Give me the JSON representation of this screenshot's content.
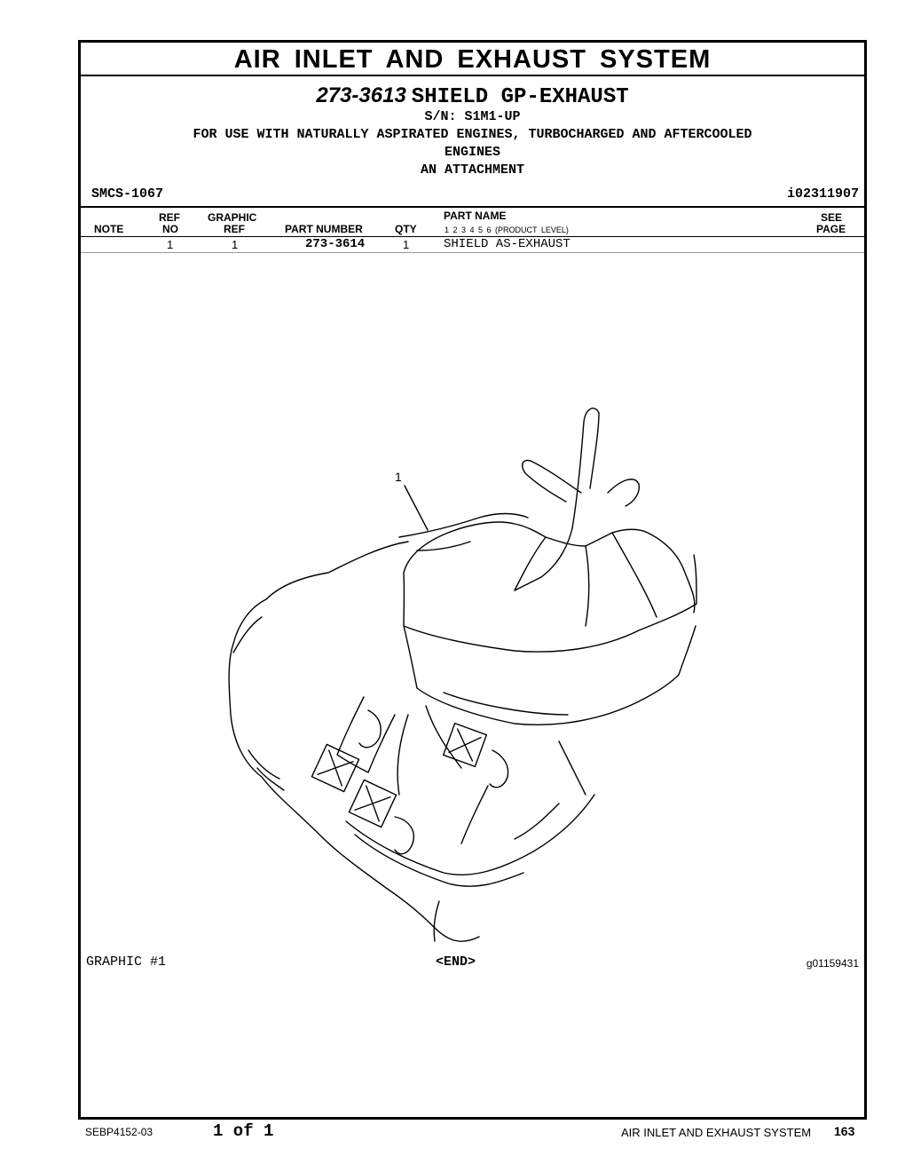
{
  "section_title": "AIR INLET AND EXHAUST SYSTEM",
  "group": {
    "part_number": "273-3613",
    "name": "SHIELD GP-EXHAUST",
    "serial": "S/N: S1M1-UP",
    "usage_line1": "FOR USE WITH NATURALLY ASPIRATED ENGINES, TURBOCHARGED AND AFTERCOOLED",
    "usage_line2": "ENGINES",
    "usage_line3": "AN ATTACHMENT"
  },
  "smcs": "SMCS-1067",
  "doc_id": "i02311907",
  "table": {
    "headers": {
      "note": "NOTE",
      "ref_top": "REF",
      "ref_bottom": "NO",
      "graphic_top": "GRAPHIC",
      "graphic_bottom": "REF",
      "part_number": "PART NUMBER",
      "qty": "QTY",
      "part_name": "PART NAME",
      "product_levels": "1   2   3   4   5   6   (PRODUCT LEVEL)",
      "see_top": "SEE",
      "see_bottom": "PAGE"
    },
    "rows": [
      {
        "note": "",
        "ref_no": "1",
        "graphic_ref": "1",
        "part_number": "273-3614",
        "qty": "1",
        "part_name": "SHIELD AS-EXHAUST",
        "see_page": ""
      }
    ]
  },
  "graphic": {
    "callout": "1",
    "label": "GRAPHIC #1",
    "end_marker": "<END>",
    "graphic_id": "g01159431"
  },
  "footer": {
    "doc_number": "SEBP4152-03",
    "page_of": "1 of 1",
    "section": "AIR INLET AND EXHAUST SYSTEM",
    "page_number": "163"
  }
}
